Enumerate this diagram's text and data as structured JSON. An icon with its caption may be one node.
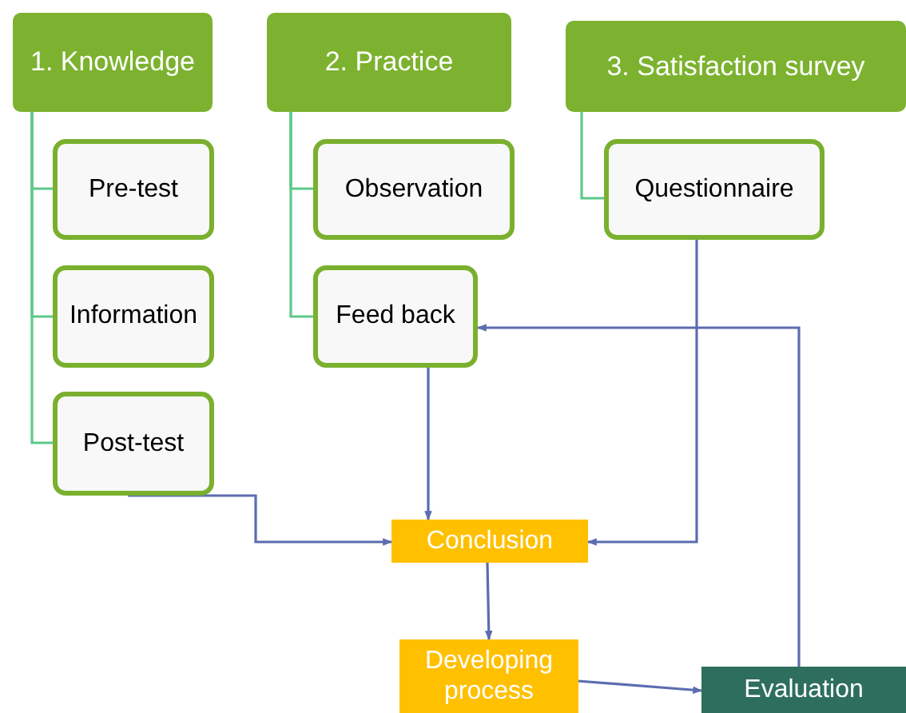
{
  "diagram": {
    "nodes": [
      {
        "text": [
          "1. Knowledge"
        ]
      },
      {
        "text": [
          "2. Practice"
        ]
      },
      {
        "text": [
          "3. Satisfaction survey"
        ]
      },
      {
        "text": [
          "Pre-test"
        ]
      },
      {
        "text": [
          "Information"
        ]
      },
      {
        "text": [
          "Post-test"
        ]
      },
      {
        "text": [
          "Observation"
        ]
      },
      {
        "text": [
          "Feed back"
        ]
      },
      {
        "text": [
          "Questionnaire"
        ]
      },
      {
        "text": [
          "Conclusion"
        ]
      },
      {
        "text": [
          "Developing process"
        ]
      },
      {
        "text": [
          "Evaluation"
        ]
      }
    ],
    "edges": [
      {
        "from": 0,
        "to": 3,
        "arrow": "none",
        "color": "#5cc98a"
      },
      {
        "from": 0,
        "to": 4,
        "arrow": "none",
        "color": "#5cc98a"
      },
      {
        "from": 0,
        "to": 5,
        "arrow": "none",
        "color": "#5cc98a"
      },
      {
        "from": 1,
        "to": 6,
        "arrow": "none",
        "color": "#5cc98a"
      },
      {
        "from": 1,
        "to": 7,
        "arrow": "none",
        "color": "#5cc98a"
      },
      {
        "from": 2,
        "to": 8,
        "arrow": "none",
        "color": "#5cc98a"
      },
      {
        "from": 5,
        "to": 9,
        "arrow": "to",
        "color": "#5b6db0"
      },
      {
        "from": 7,
        "to": 9,
        "arrow": "to",
        "color": "#5b6db0"
      },
      {
        "from": 8,
        "to": 9,
        "arrow": "to",
        "color": "#5b6db0"
      },
      {
        "from": 9,
        "to": 10,
        "arrow": "to",
        "color": "#5b6db0"
      },
      {
        "from": 10,
        "to": 11,
        "arrow": "to",
        "color": "#5b6db0"
      },
      {
        "from": 11,
        "to": 7,
        "arrow": "to",
        "color": "#5b6db0"
      }
    ]
  }
}
